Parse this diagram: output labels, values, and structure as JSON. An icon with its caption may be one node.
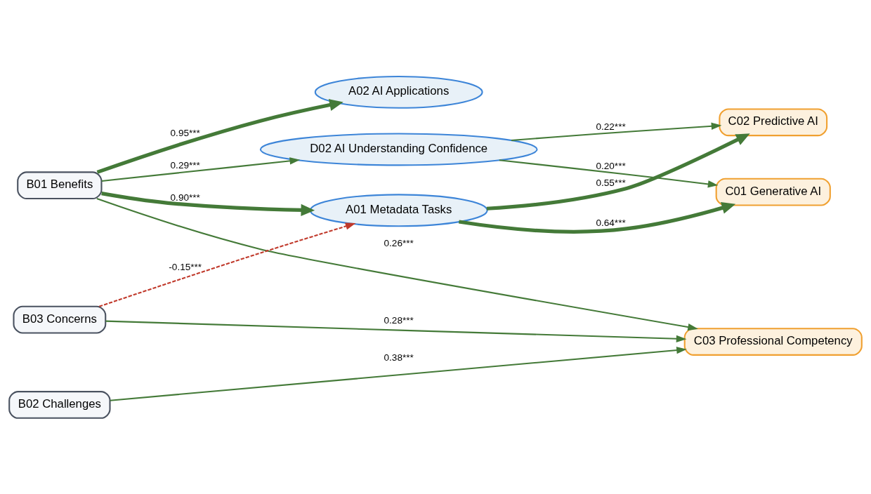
{
  "diagram": {
    "nodes": [
      {
        "text": [
          "D02 AI Understanding Confidence"
        ]
      },
      {
        "text": [
          "C01 Generative AI"
        ]
      },
      {
        "text": [
          "B01 Benefits"
        ]
      },
      {
        "text": [
          "A02 AI Applications"
        ]
      },
      {
        "text": [
          "C02 Predictive AI"
        ]
      },
      {
        "text": [
          "B02 Challenges"
        ]
      },
      {
        "text": [
          "B03 Concerns"
        ]
      },
      {
        "text": [
          "A01 Metadata Tasks"
        ]
      },
      {
        "text": [
          "C03 Professional Competency"
        ]
      }
    ],
    "edges": [
      {
        "from": 2,
        "to": 0,
        "arrow": "to",
        "label": "0.29***"
      },
      {
        "from": 0,
        "to": 1,
        "arrow": "to",
        "label": "0.20***"
      },
      {
        "from": 2,
        "to": 3,
        "arrow": "to",
        "label": "0.95***",
        "style": "thick"
      },
      {
        "from": 0,
        "to": 4,
        "arrow": "to",
        "label": "0.22***"
      },
      {
        "from": 2,
        "to": 7,
        "arrow": "to",
        "label": "0.90***",
        "style": "thick"
      },
      {
        "from": 2,
        "to": 8,
        "arrow": "to",
        "label": "0.26***"
      },
      {
        "from": 7,
        "to": 1,
        "arrow": "to",
        "label": "0.64***",
        "style": "thick"
      },
      {
        "from": 5,
        "to": 8,
        "arrow": "to",
        "label": "0.38***"
      },
      {
        "from": 7,
        "to": 4,
        "arrow": "to",
        "label": "0.55***",
        "style": "thick"
      },
      {
        "from": 6,
        "to": 8,
        "arrow": "to",
        "label": "0.28***"
      },
      {
        "from": 6,
        "to": 7,
        "arrow": "to",
        "label": "-0.15***",
        "style": "dashed",
        "color": "#c0392b"
      }
    ]
  }
}
